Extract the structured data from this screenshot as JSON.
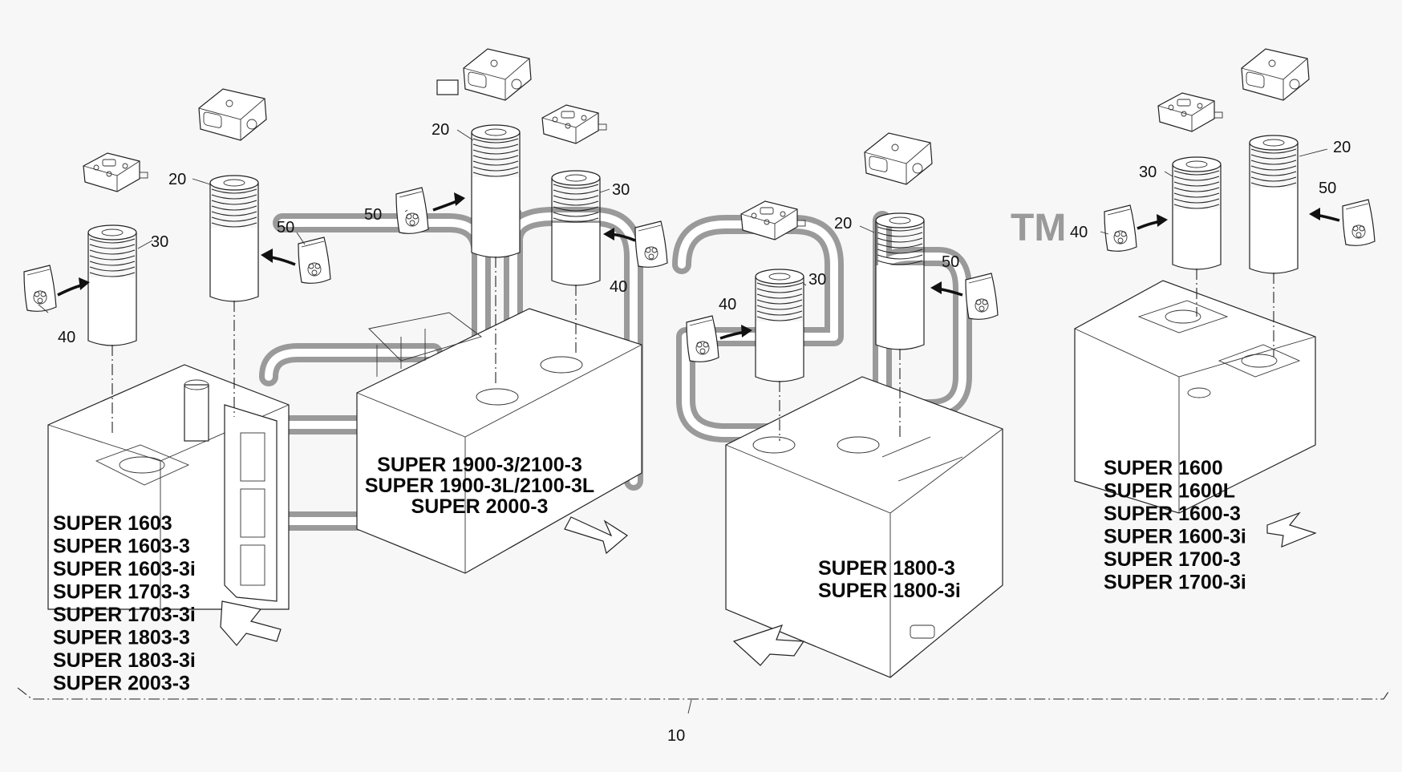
{
  "diagram": {
    "callouts": {
      "c10": "10",
      "c20": "20",
      "c30": "30",
      "c40": "40",
      "c50": "50"
    },
    "groups": [
      {
        "id": "group-left",
        "models": [
          "SUPER 1603",
          "SUPER 1603-3",
          "SUPER 1603-3i",
          "SUPER 1703-3",
          "SUPER 1703-3i",
          "SUPER 1803-3",
          "SUPER 1803-3i",
          "SUPER 2003-3"
        ]
      },
      {
        "id": "group-center-left",
        "models": [
          "SUPER 1900-3/2100-3",
          "SUPER 1900-3L/2100-3L",
          "SUPER 2000-3"
        ]
      },
      {
        "id": "group-center-right",
        "models": [
          "SUPER 1800-3",
          "SUPER 1800-3i"
        ]
      },
      {
        "id": "group-right",
        "models": [
          "SUPER 1600",
          "SUPER 1600L",
          "SUPER 1600-3",
          "SUPER 1600-3i",
          "SUPER 1700-3",
          "SUPER 1700-3i"
        ]
      }
    ],
    "watermark": {
      "trademark": "TM"
    }
  }
}
